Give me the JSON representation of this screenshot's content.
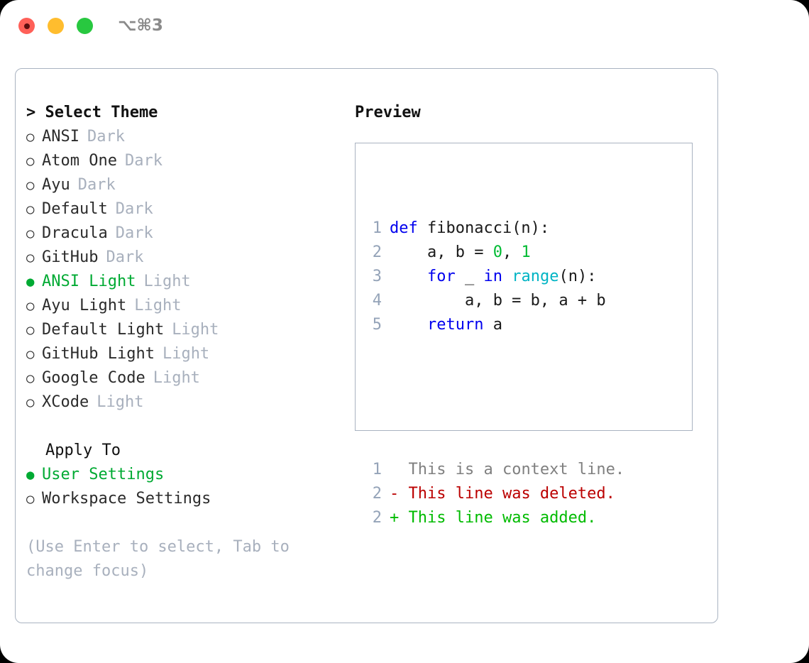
{
  "titlebar": {
    "buttons": [
      {
        "name": "close",
        "color": "#ff6058"
      },
      {
        "name": "minimize",
        "color": "#ffbd2e"
      },
      {
        "name": "zoom",
        "color": "#28c840"
      }
    ],
    "shortcut": "⌥⌘3"
  },
  "theme_selector": {
    "heading": "> Select Theme",
    "options": [
      {
        "bullet": "○",
        "label": "ANSI",
        "tag": "Dark",
        "selected": false
      },
      {
        "bullet": "○",
        "label": "Atom One",
        "tag": "Dark",
        "selected": false
      },
      {
        "bullet": "○",
        "label": "Ayu",
        "tag": "Dark",
        "selected": false
      },
      {
        "bullet": "○",
        "label": "Default",
        "tag": "Dark",
        "selected": false
      },
      {
        "bullet": "○",
        "label": "Dracula",
        "tag": "Dark",
        "selected": false
      },
      {
        "bullet": "○",
        "label": "GitHub",
        "tag": "Dark",
        "selected": false
      },
      {
        "bullet": "●",
        "label": "ANSI Light",
        "tag": "Light",
        "selected": true
      },
      {
        "bullet": "○",
        "label": "Ayu Light",
        "tag": "Light",
        "selected": false
      },
      {
        "bullet": "○",
        "label": "Default Light",
        "tag": "Light",
        "selected": false
      },
      {
        "bullet": "○",
        "label": "GitHub Light",
        "tag": "Light",
        "selected": false
      },
      {
        "bullet": "○",
        "label": "Google Code",
        "tag": "Light",
        "selected": false
      },
      {
        "bullet": "○",
        "label": "XCode",
        "tag": "Light",
        "selected": false
      }
    ]
  },
  "apply_to": {
    "heading": "Apply To",
    "options": [
      {
        "bullet": "●",
        "label": "User Settings",
        "selected": true
      },
      {
        "bullet": "○",
        "label": "Workspace Settings",
        "selected": false
      }
    ]
  },
  "hint": "(Use Enter to select, Tab to change focus)",
  "preview": {
    "heading": "Preview",
    "code_lines": [
      {
        "n": "1",
        "tokens": [
          {
            "t": "def ",
            "c": "kw"
          },
          {
            "t": "fibonacci(n):",
            "c": "txt"
          }
        ]
      },
      {
        "n": "2",
        "tokens": [
          {
            "t": "    a, b = ",
            "c": "txt"
          },
          {
            "t": "0",
            "c": "num"
          },
          {
            "t": ", ",
            "c": "txt"
          },
          {
            "t": "1",
            "c": "num"
          }
        ]
      },
      {
        "n": "3",
        "tokens": [
          {
            "t": "    ",
            "c": "txt"
          },
          {
            "t": "for",
            "c": "kw"
          },
          {
            "t": " _ ",
            "c": "txt"
          },
          {
            "t": "in",
            "c": "kw"
          },
          {
            "t": " ",
            "c": "txt"
          },
          {
            "t": "range",
            "c": "fn"
          },
          {
            "t": "(n):",
            "c": "txt"
          }
        ]
      },
      {
        "n": "4",
        "tokens": [
          {
            "t": "        a, b = b, a + b",
            "c": "txt"
          }
        ]
      },
      {
        "n": "5",
        "tokens": [
          {
            "t": "    ",
            "c": "txt"
          },
          {
            "t": "return",
            "c": "kw"
          },
          {
            "t": " a",
            "c": "txt"
          }
        ]
      }
    ],
    "diff_lines": [
      {
        "n": "1",
        "marker": "  ",
        "text": "This is a context line.",
        "kind": "ctx"
      },
      {
        "n": "2",
        "marker": "- ",
        "text": "This line was deleted.",
        "kind": "del"
      },
      {
        "n": "2",
        "marker": "+ ",
        "text": "This line was added.",
        "kind": "add"
      }
    ]
  },
  "colors": {
    "accent_green": "#00aa33",
    "muted": "#a8b0bd",
    "border": "#a9b3c1",
    "keyword": "#0000ee",
    "function": "#00b4c4",
    "number": "#00bb33",
    "deleted": "#bb0000",
    "added": "#00bb00",
    "context": "#808080",
    "lineno": "#94a3b8"
  }
}
